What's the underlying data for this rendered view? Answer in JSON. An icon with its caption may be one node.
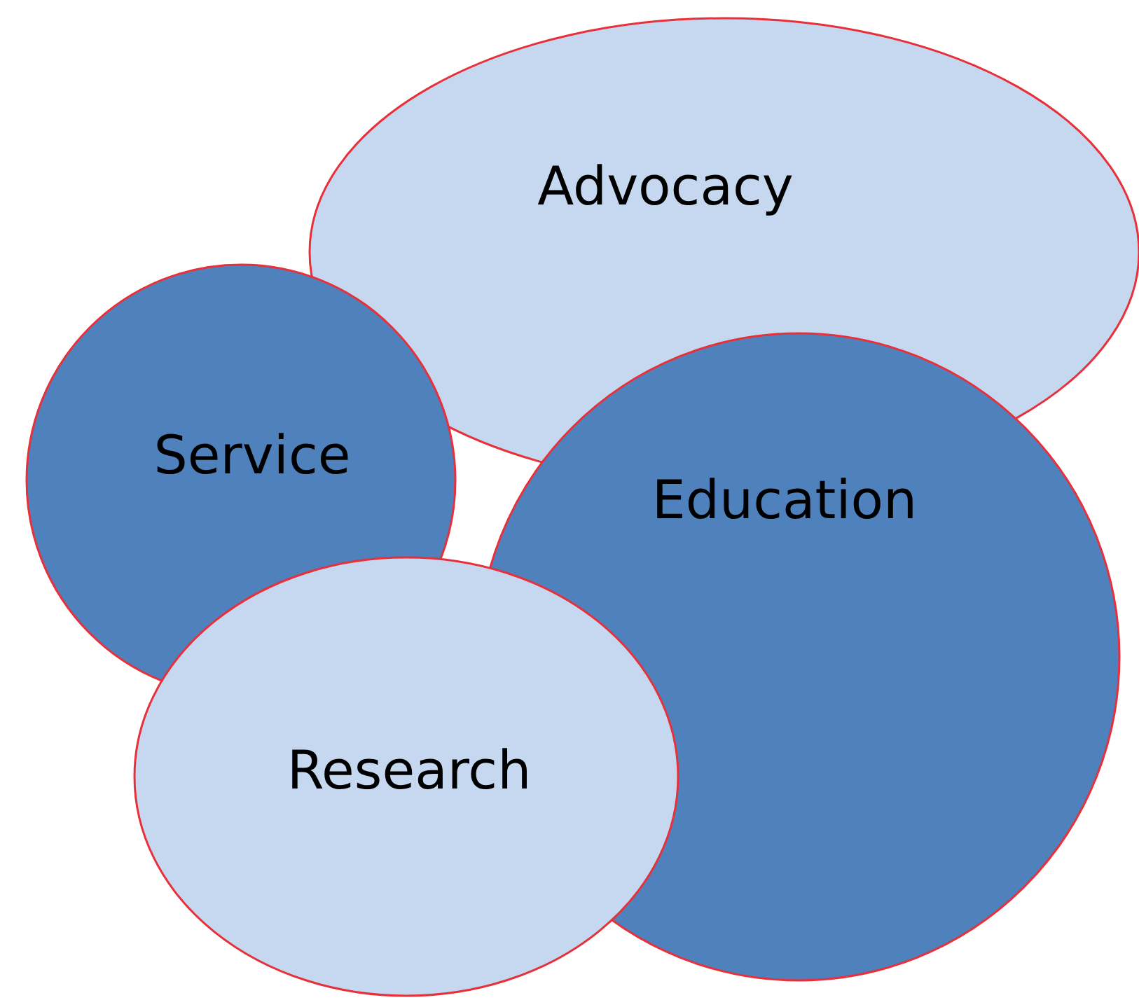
{
  "diagram": {
    "nodes": [
      {
        "text": [
          "Advocacy"
        ]
      },
      {
        "text": [
          "Service"
        ]
      },
      {
        "text": [
          "Education"
        ]
      },
      {
        "text": [
          "Research"
        ]
      }
    ]
  }
}
